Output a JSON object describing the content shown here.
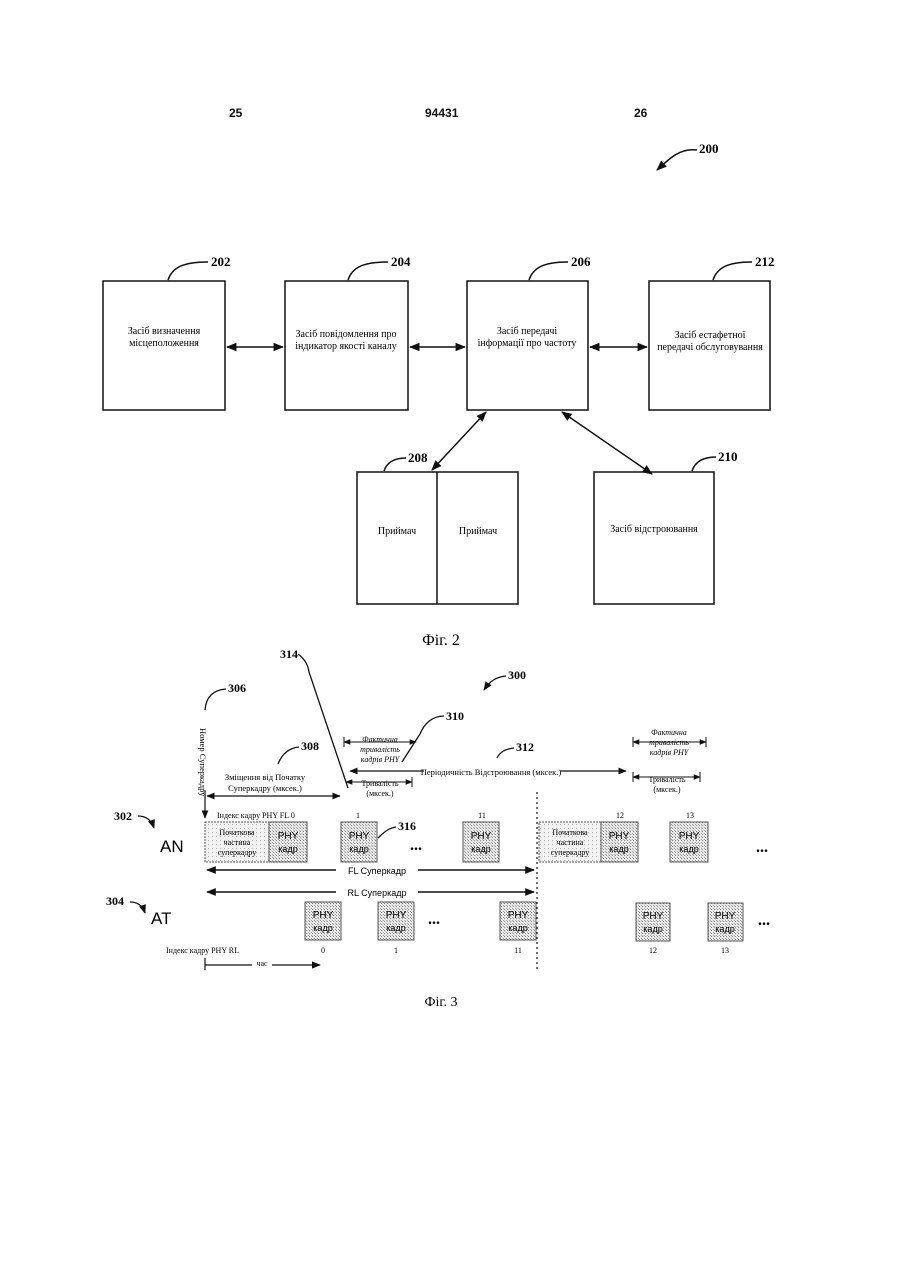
{
  "header": {
    "left_page": "25",
    "patent_no": "94431",
    "right_page": "26"
  },
  "fig2": {
    "ref_main": "200",
    "caption": "Фіг. 2",
    "blocks": [
      {
        "ref": "202",
        "lines": [
          "Засіб визначення",
          "місцеположення"
        ]
      },
      {
        "ref": "204",
        "lines": [
          "Засіб повідомлення про",
          "індикатор якості каналу"
        ]
      },
      {
        "ref": "206",
        "lines": [
          "Засіб передачі",
          "інформації про частоту"
        ]
      },
      {
        "ref": "212",
        "lines": [
          "Засіб естафетної",
          "передачі обслуговування"
        ]
      },
      {
        "ref": "208",
        "left": "Приймач",
        "right": "Приймач"
      },
      {
        "ref": "210",
        "lines": [
          "Засіб відстроювання"
        ]
      }
    ]
  },
  "fig3": {
    "ref_main": "300",
    "caption": "Фіг. 3",
    "refs": {
      "r302": "302",
      "r304": "304",
      "r306": "306",
      "r308": "308",
      "r310": "310",
      "r312": "312",
      "r314": "314",
      "r316": "316"
    },
    "row_an": "AN",
    "row_at": "AT",
    "superframe_number": "Номер Суперкадру",
    "offset_label": [
      "Зміщення від Початку",
      "Суперкадру (мксек.)"
    ],
    "actual_duration": [
      "Фактична",
      "тривалість",
      "кадрів PHY"
    ],
    "actual_duration_right": [
      "Фактична",
      "тривалість",
      "кадрів PHY"
    ],
    "duration": [
      "Тривалість",
      "(мксек.)"
    ],
    "duration_right": [
      "Тривалість",
      "(мксек.)"
    ],
    "periodicity": "Періодичність Відстроювання (мксек.)",
    "fl_index": "Індекс кадру PHY FL 0",
    "rl_index": "Індекс кадру PHY RL",
    "initial_part": [
      "Початкова",
      "частина",
      "суперкадру"
    ],
    "phy": "PHY",
    "kadr": "кадр",
    "fl_superframe": "FL Суперкадр",
    "rl_superframe": "RL Суперкадр",
    "time": "час",
    "ellipsis": "...",
    "fl_indices": [
      "1",
      "11",
      "12",
      "13"
    ],
    "rl_indices": [
      "0",
      "1",
      "11",
      "12",
      "13"
    ]
  }
}
